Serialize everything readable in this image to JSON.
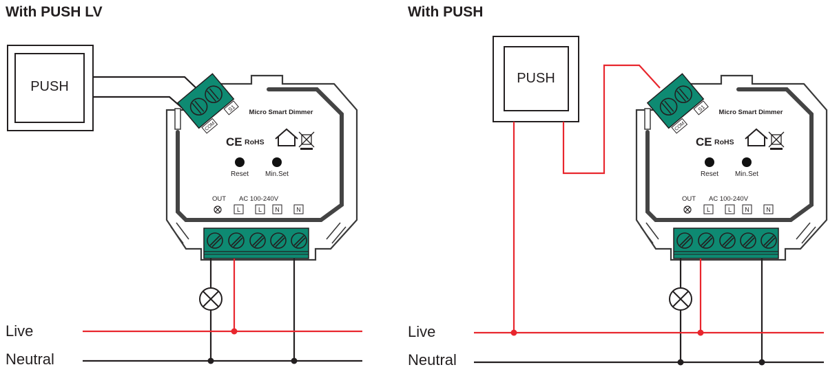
{
  "diagrams": [
    {
      "title": "With PUSH LV",
      "push_label": "PUSH",
      "live_label": "Live",
      "neutral_label": "Neutral"
    },
    {
      "title": "With PUSH",
      "push_label": "PUSH",
      "live_label": "Live",
      "neutral_label": "Neutral"
    }
  ],
  "device": {
    "name": "Micro Smart Dimmer",
    "ce_mark": "CE",
    "rohs": "RoHS",
    "reset_label": "Reset",
    "minset_label": "Min.Set",
    "out_label": "OUT",
    "input_label": "AC 100-240V",
    "terminal_labels": [
      "L",
      "L",
      "N",
      "N"
    ],
    "push_terminal_labels": [
      "S1",
      "COM"
    ]
  },
  "colors": {
    "live": "#e8262d",
    "neutral": "#231f20",
    "terminal_green": "#0e8a72",
    "device_grey": "#3a3a3a"
  }
}
